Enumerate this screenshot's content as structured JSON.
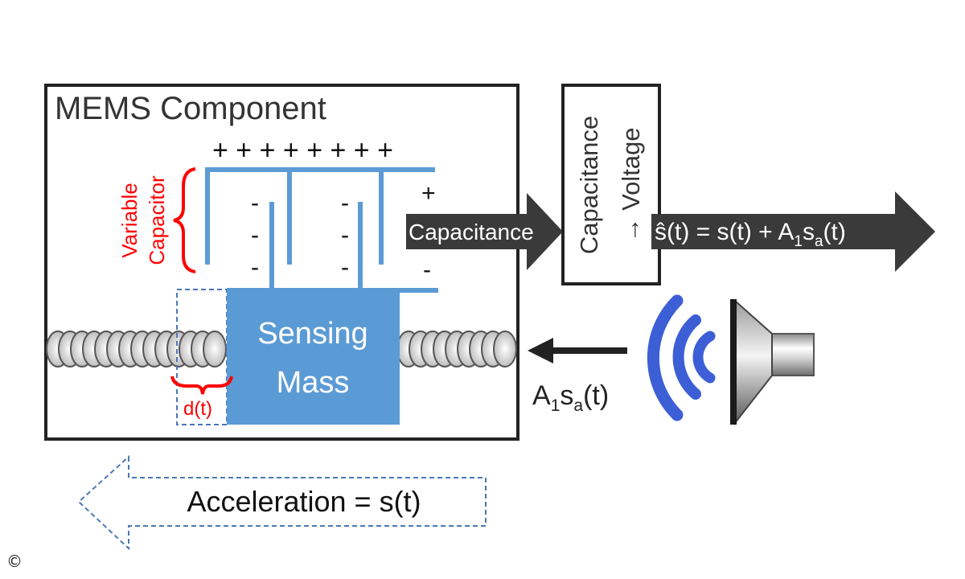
{
  "diagram": {
    "mems_title": "MEMS Component",
    "plus_row": "+ + + + + + + +",
    "plus_right": "+",
    "minus_right": "-",
    "minus": "-",
    "variable_capacitor_line1": "Variable",
    "variable_capacitor_line2": "Capacitor",
    "sensing_mass_line1": "Sensing",
    "sensing_mass_line2": "Mass",
    "gap_label": "d(t)",
    "capacitance_arrow_label": "Capacitance",
    "converter_line1": "Capacitance",
    "converter_line2": "→ Voltage",
    "output_lhs": "ŝ(t) = s(t) + A",
    "output_sub1": "1",
    "output_mid": "s",
    "output_sub2": "a",
    "output_end": "(t)",
    "acoustic_A": "A",
    "acoustic_sub1": "1",
    "acoustic_s": "s",
    "acoustic_sub2": "a",
    "acoustic_end": "(t)",
    "acceleration_label": "Acceleration = s(t)",
    "copyright": "©"
  },
  "colors": {
    "plate_blue": "#5b9bd5",
    "mass_blue": "#5b9bd5",
    "label_red": "#ff0000",
    "arrow_dark": "#3a3a3a",
    "wave_blue": "#3d5fd6",
    "outline": "#222222",
    "dashed_blue": "#4a78b5"
  },
  "icons": {
    "speaker": "speaker-icon",
    "sound_waves": "sound-waves-icon",
    "springs": "spring-coil-icon"
  }
}
